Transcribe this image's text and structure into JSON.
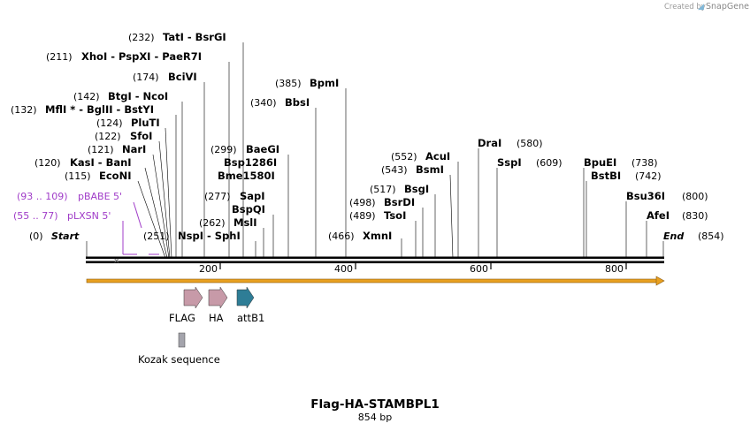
{
  "branding": {
    "prefix": "Created by",
    "name": "SnapGene"
  },
  "map": {
    "title": "Flag-HA-STAMBPL1",
    "subtitle": "854 bp",
    "length": 854,
    "start_label": "Start",
    "end_label": "End",
    "start_pos": "(0)",
    "end_pos": "(854)",
    "ticks": [
      "200",
      "400",
      "600",
      "800"
    ]
  },
  "sites": [
    {
      "pos": "(232)",
      "text": "TatI  - BsrGI"
    },
    {
      "pos": "(211)",
      "text": "XhoI  - PspXI  - PaeR7I"
    },
    {
      "pos": "(174)",
      "text": "BciVI"
    },
    {
      "pos": "(142)",
      "text": "BtgI  - NcoI"
    },
    {
      "pos": "(132)",
      "text": "MflI * - BglII  - BstYI"
    },
    {
      "pos": "(124)",
      "text": "PluTI"
    },
    {
      "pos": "(122)",
      "text": "SfoI"
    },
    {
      "pos": "(121)",
      "text": "NarI"
    },
    {
      "pos": "(120)",
      "text": "KasI  - BanI"
    },
    {
      "pos": "(115)",
      "text": "EcoNI"
    },
    {
      "pos": "(299)",
      "text": "BaeGI"
    },
    {
      "pos": "",
      "text": "Bsp1286I"
    },
    {
      "pos": "",
      "text": "Bme1580I"
    },
    {
      "pos": "(277)",
      "text": "SapI"
    },
    {
      "pos": "",
      "text": "BspQI"
    },
    {
      "pos": "(262)",
      "text": "MslI"
    },
    {
      "pos": "(251)",
      "text": "NspI  - SphI"
    },
    {
      "pos": "(385)",
      "text": "BpmI"
    },
    {
      "pos": "(340)",
      "text": "BbsI"
    },
    {
      "pos": "(552)",
      "text": "AcuI"
    },
    {
      "pos": "(543)",
      "text": "BsmI"
    },
    {
      "pos": "(517)",
      "text": "BsgI"
    },
    {
      "pos": "(498)",
      "text": "BsrDI"
    },
    {
      "pos": "(489)",
      "text": "TsoI"
    },
    {
      "pos": "(466)",
      "text": "XmnI"
    },
    {
      "pos": "(580)",
      "text": "DraI"
    },
    {
      "pos": "(609)",
      "text": "SspI"
    },
    {
      "pos": "(738)",
      "text": "BpuEI"
    },
    {
      "pos": "(742)",
      "text": "BstBI"
    },
    {
      "pos": "(800)",
      "text": "Bsu36I"
    },
    {
      "pos": "(830)",
      "text": "AfeI"
    }
  ],
  "primers": [
    {
      "pos": "(93 .. 109)",
      "name": "pBABE 5'"
    },
    {
      "pos": "(55 .. 77)",
      "name": "pLXSN 5'"
    }
  ],
  "features": [
    {
      "name": "FLAG",
      "color": "#c79aa8"
    },
    {
      "name": "HA",
      "color": "#c79aa8"
    },
    {
      "name": "attB1",
      "color": "#2e7d96"
    },
    {
      "name": "Kozak sequence",
      "color": "#a4a4ac"
    }
  ],
  "colors": {
    "primer": "#a03cc8",
    "orf_arrow": "#e8a020"
  }
}
